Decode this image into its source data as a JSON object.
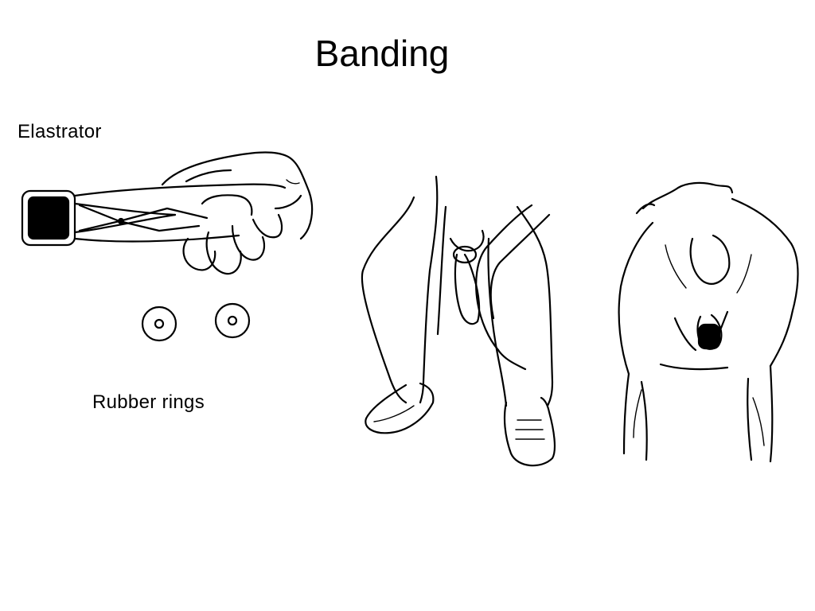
{
  "slide": {
    "title": "Banding"
  },
  "illustration": {
    "tool_label": "Elastrator",
    "rings_label": "Rubber rings"
  }
}
